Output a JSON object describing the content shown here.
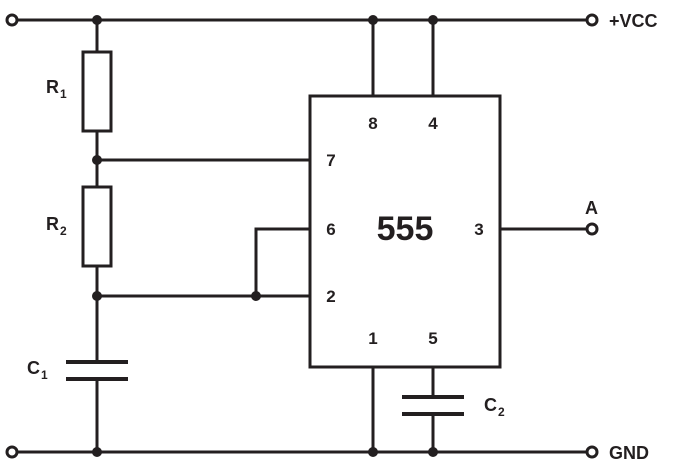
{
  "supply": {
    "vcc": "+VCC",
    "gnd": "GND",
    "output": "A"
  },
  "ic": {
    "name": "555",
    "pins": {
      "p1": "1",
      "p2": "2",
      "p3": "3",
      "p4": "4",
      "p5": "5",
      "p6": "6",
      "p7": "7",
      "p8": "8"
    }
  },
  "components": {
    "r1": {
      "letter": "R",
      "sub": "1"
    },
    "r2": {
      "letter": "R",
      "sub": "2"
    },
    "c1": {
      "letter": "C",
      "sub": "1"
    },
    "c2": {
      "letter": "C",
      "sub": "2"
    }
  },
  "colors": {
    "ink": "#231f20",
    "background": "#ffffff"
  }
}
